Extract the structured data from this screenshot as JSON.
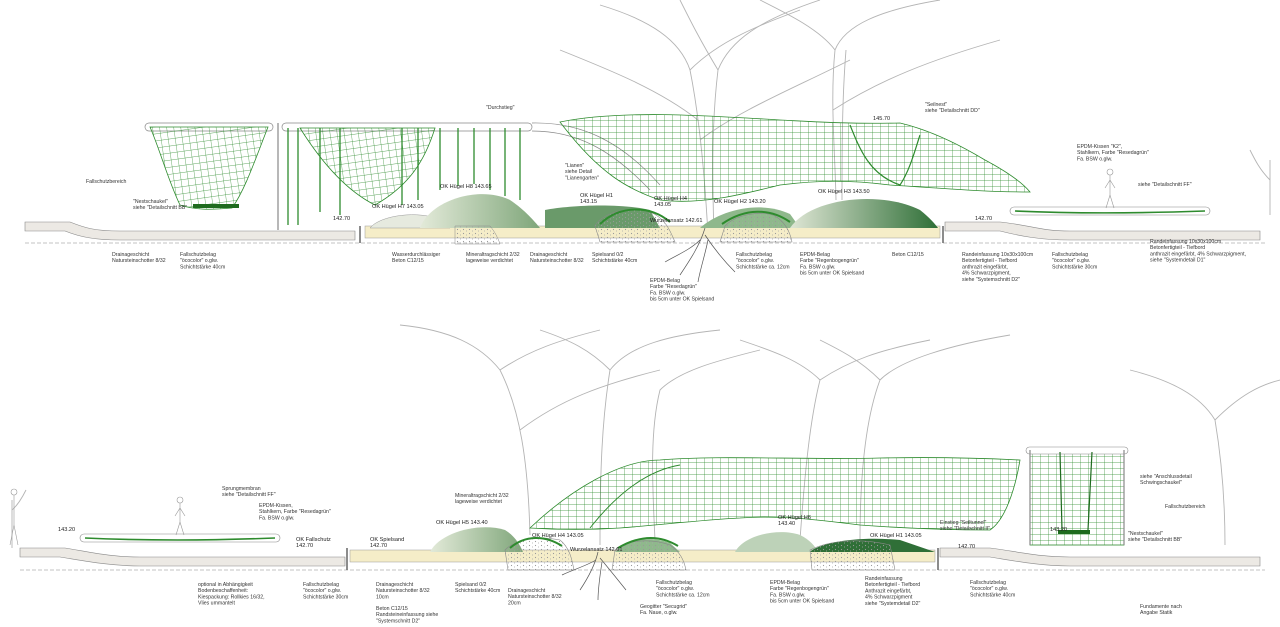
{
  "colors": {
    "net": "#2e8b2e",
    "net_dark": "#1e6b1e",
    "mound_light": "#d8e2cf",
    "mound_dark": "#3a7a40",
    "sand": "#f5edc8",
    "tree": "#b0b0b0",
    "ground": "#9a9a9a",
    "surface": "#ece9e4"
  },
  "section1": {
    "left_labels": {
      "fallschutzbereich": "Fallschutzbereich",
      "nestschaukel": "\"Nestschaukel\"\nsiehe \"Detailschnitt BB\"",
      "drainage": "Drainageschicht\nNatursteinschotter 8/32",
      "fallschutzbelag": "Fallschutzbelag\n\"öcocolor\" o.glw.\nSchichtstärke 40cm",
      "wasser": "Wasserdurchlässiger\nBeton C12/15",
      "mineral": "Mineraltragschicht 2/32\nlageweise verdichtet",
      "drainage2": "Drainageschicht\nNatursteinschotter 8/32",
      "spielsand": "Spielsand 0/2\nSchichtstärke 40cm",
      "epdm1": "EPDM-Belag\nFarbe \"Resedagrün\"\nFa. BSW o.glw.\nbis 5cm unter OK Spielsand",
      "fallschutz2": "Fallschutzbelag\n\"öcocolor\" o.glw.\nSchichtstärke ca. 12cm",
      "epdm2": "EPDM-Belag\nFarbe \"Regenbogengrün\"\nFa. BSW o.glw.\nbis 5cm unter OK Spielsand",
      "beton": "Beton C12/15",
      "rand1": "Randeinfassung 10x30x100cm\nBetonfertigteil - Tiefbord\nanthrazit eingefärbt,\n4% Schwarzpigment,\nsiehe \"Systemschnitt D2\"",
      "fallschutz3": "Fallschutzbelag\n\"öcocolor\" o.glw.\nSchichtstärke 30cm",
      "rand2": "Randeinfassung 10x30x100cm\nBetonfertigteil - Tiefbord\nanthrazit eingefärbt, 4% Schwarzpigment,\nsiehe \"Systemdetail D1\""
    },
    "top_labels": {
      "durchstieg": "\"Durchstieg\"",
      "seilnest": "\"Seilnest\"\nsiehe \"Detailschnitt DD\"",
      "lianen": "\"Lianen\"\nsiehe Detail\n\"Lianengarten\"",
      "epdm_kissen": "EPDM-Kissen \"K2\",\nStahlkern, Farbe \"Resedagrün\"\nFa. BSW o.glw.",
      "detail_ff": "siehe \"Detailschnitt FF\""
    },
    "levels": {
      "l145": "145.70",
      "l142a": "142.70",
      "l142b": "142.70",
      "h7": "OK Hügel H7 143.05",
      "h8": "OK Hügel H8 143.65",
      "h1": "OK Hügel H1\n143.15",
      "h4": "OK Hügel H4\n143.05",
      "h2": "OK Hügel H2 143.20",
      "h3": "OK Hügel H3 143.50",
      "wurzel": "Wurzelansatz 142.61"
    }
  },
  "section2": {
    "labels": {
      "sprung": "Sprungmembran\nsiehe \"Detailschnitt FF\"",
      "epdm_kissen": "EPDM-Kissen,\nStahlkern, Farbe \"Resedagrün\"\nFa. BSW o.glw.",
      "optional": "optional in Abhängigkeit\nBodenbeschaffenheit:\nKiespackung: Rollkies 16/32,\nVlies ummantelt",
      "fallschutz1": "Fallschutzbelag\n\"öcocolor\" o.glw.\nSchichtstärke 30cm",
      "drainage": "Drainageschicht\nNatursteinschotter 8/32\n10cm",
      "beton": "Beton C12/15\nRandsteineinfassung siehe\n\"Systemschnitt D2\"",
      "mineral": "Mineraltragschicht 2/32\nlageweise verdichtet",
      "spielsand": "Spielsand 0/2\nSchichtstärke 40cm",
      "drainage2": "Drainageschicht\nNatursteinschotter 8/32\n20cm",
      "fallschutz2": "Fallschutzbelag\n\"öcocolor\" o.glw.\nSchichtstärke ca. 12cm",
      "geogitter": "Geogitter \"Secugrid\"\nFa. Naue, o.glw.",
      "epdm": "EPDM-Belag\nFarbe \"Regenbogengrün\"\nFa. BSW o.glw.\nbis 5cm unter OK Spielsand",
      "rand": "Randeinfassung\nBetonfertigteil - Tiefbord\nAnthrazit eingefärbt,\n4% Schwarzpigment\nsiehe \"Systemdetail D2\"",
      "fallschutz3": "Fallschutzbelag\n\"öcocolor\" o.glw.\nSchichtstärke 40cm",
      "fundament": "Fundamente nach\nAngabe Statik",
      "einstieg": "Einstieg \"Seiltunnel\"\nsiehe \"Detailschnitt II\"",
      "anschluss": "siehe \"Anschlussdetail\nSchwingschaukel\"",
      "fallschutzbereich": "Fallschutzbereich",
      "nestschaukel": "\"Nestschaukel\"\nsiehe \"Detailschnitt BB\""
    },
    "levels": {
      "l143a": "143.20",
      "l143b": "143.20",
      "ok_fallschutz": "OK Fallschutz\n142.70",
      "ok_spielsand": "OK Spielsand\n142.70",
      "h5": "OK Hügel H5 143.40",
      "h4": "OK Hügel H4 143.05",
      "h6": "OK Hügel H6\n143.40",
      "h1": "OK Hügel H1 143.05",
      "wurzel": "Wurzelansatz 142.61",
      "l142": "142.70"
    }
  }
}
